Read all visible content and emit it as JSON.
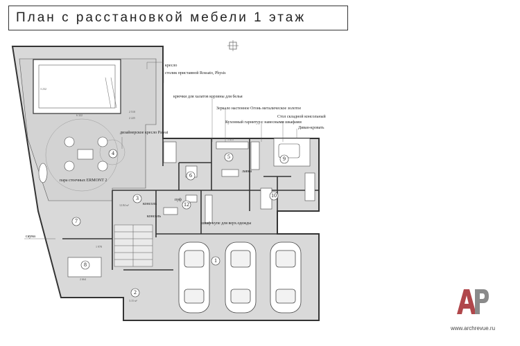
{
  "title": "План с расстановкой мебели 1 этаж",
  "footer_url": "www.archrevue.ru",
  "logo": "AP",
  "colors": {
    "floor": "#d9d9d9",
    "wall": "#333333",
    "accent": "#b0474b",
    "line": "#555555"
  },
  "rooms": {
    "r1": "1",
    "r2": "2",
    "r3": "3",
    "r4": "4",
    "r5": "5",
    "r6": "6",
    "r7": "7",
    "r8": "8",
    "r9": "9",
    "r10": "10",
    "r12": "12"
  },
  "labels": {
    "armchair": "кресло",
    "table_support": "столик приставной Rossato, Physis",
    "hooks": "крючки для халатов корзины для белья",
    "designer_chair": "дизайнерское кресло Pawai",
    "mirror": "Зеркало настенное Огонь металическое золотое",
    "kitchen_set": "Кухонный гарнитур с навесными шкафами",
    "folding_table": "Стол складной консольный",
    "sofa_bed": "Диван-кровать",
    "bench": "лавка",
    "pair_columns": "пара стоечных ERMONT 2",
    "console": "консоль",
    "pouf": "пуф",
    "console2": "консоль",
    "wardrobe": "шкаф-купе для верх.одежды",
    "sauna": "сауна"
  },
  "dims": {
    "d1": "2 510",
    "d2": "2 225",
    "d3": "6 322",
    "d4": "3 232",
    "d5": "1 415",
    "d6": "12.84 м²",
    "d7": "3.15 м²",
    "d8": "1 978",
    "d9": "2 664"
  }
}
